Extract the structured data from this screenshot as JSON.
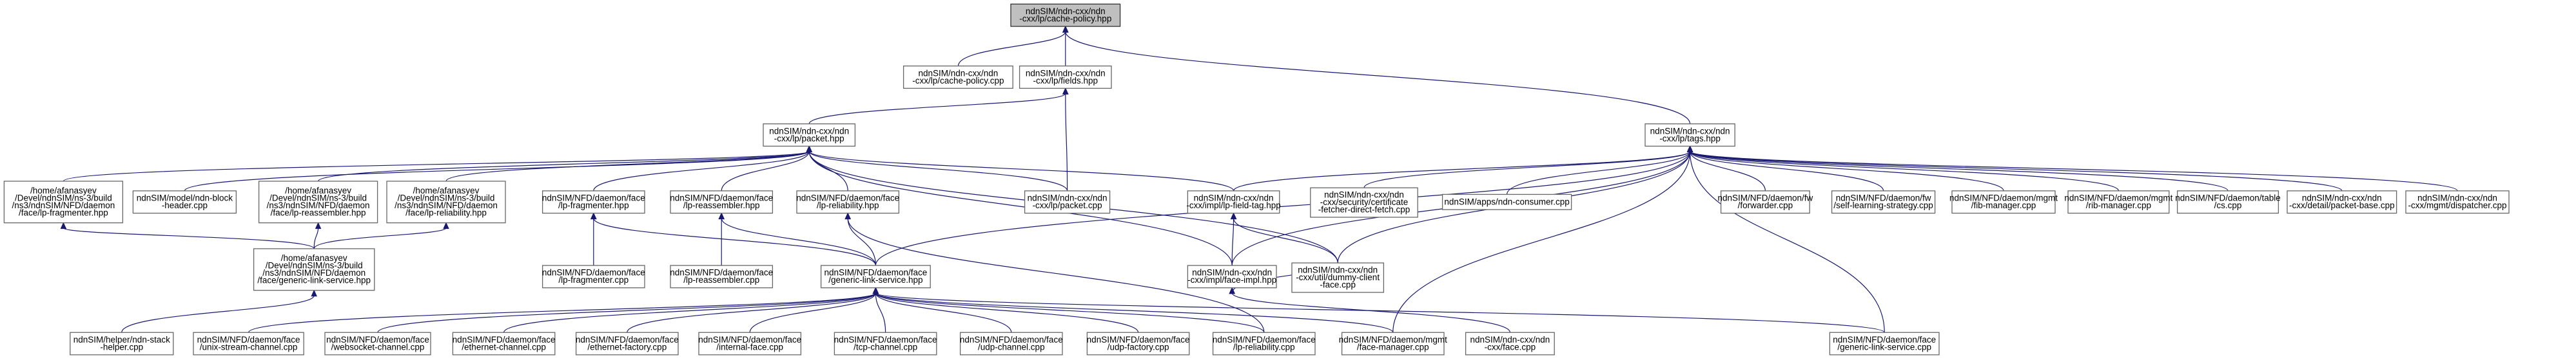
{
  "graph": {
    "nodes": [
      {
        "id": "root",
        "lines": [
          "ndnSIM/ndn-cxx/ndn",
          "-cxx/lp/cache-policy.hpp"
        ],
        "root": true
      },
      {
        "id": "cache_policy_cpp",
        "lines": [
          "ndnSIM/ndn-cxx/ndn",
          "-cxx/lp/cache-policy.cpp"
        ]
      },
      {
        "id": "fields_hpp",
        "lines": [
          "ndnSIM/ndn-cxx/ndn",
          "-cxx/lp/fields.hpp"
        ]
      },
      {
        "id": "tags_hpp",
        "lines": [
          "ndnSIM/ndn-cxx/ndn",
          "-cxx/lp/tags.hpp"
        ]
      },
      {
        "id": "packet_hpp",
        "lines": [
          "ndnSIM/ndn-cxx/ndn",
          "-cxx/lp/packet.hpp"
        ]
      },
      {
        "id": "home_lp_fragmenter",
        "lines": [
          "/home/afanasyev",
          "/Devel/ndnSIM/ns-3/build",
          "/ns3/ndnSIM/NFD/daemon",
          "/face/lp-fragmenter.hpp"
        ]
      },
      {
        "id": "model_header",
        "lines": [
          "ndnSIM/model/ndn-block",
          "-header.cpp"
        ]
      },
      {
        "id": "home_lp_reassembler",
        "lines": [
          "/home/afanasyev",
          "/Devel/ndnSIM/ns-3/build",
          "/ns3/ndnSIM/NFD/daemon",
          "/face/lp-reassembler.hpp"
        ]
      },
      {
        "id": "home_lp_reliability",
        "lines": [
          "/home/afanasyev",
          "/Devel/ndnSIM/ns-3/build",
          "/ns3/ndnSIM/NFD/daemon",
          "/face/lp-reliability.hpp"
        ]
      },
      {
        "id": "nfd_lp_fragmenter_hpp",
        "lines": [
          "ndnSIM/NFD/daemon/face",
          "/lp-fragmenter.hpp"
        ]
      },
      {
        "id": "nfd_lp_reassembler_hpp",
        "lines": [
          "ndnSIM/NFD/daemon/face",
          "/lp-reassembler.hpp"
        ]
      },
      {
        "id": "nfd_lp_reliability_hpp",
        "lines": [
          "ndnSIM/NFD/daemon/face",
          "/lp-reliability.hpp"
        ]
      },
      {
        "id": "lp_packet_cpp",
        "lines": [
          "ndnSIM/ndn-cxx/ndn",
          "-cxx/lp/packet.cpp"
        ]
      },
      {
        "id": "field_tag_hpp",
        "lines": [
          "ndnSIM/ndn-cxx/ndn",
          "-cxx/impl/lp-field-tag.hpp"
        ]
      },
      {
        "id": "cert_fetcher",
        "lines": [
          "ndnSIM/ndn-cxx/ndn",
          "-cxx/security/certificate",
          "-fetcher-direct-fetch.cpp"
        ]
      },
      {
        "id": "consumer_cpp",
        "lines": [
          "ndnSIM/apps/ndn-consumer.cpp"
        ]
      },
      {
        "id": "forwarder_cpp",
        "lines": [
          "ndnSIM/NFD/daemon/fw",
          "/forwarder.cpp"
        ]
      },
      {
        "id": "self_learning",
        "lines": [
          "ndnSIM/NFD/daemon/fw",
          "/self-learning-strategy.cpp"
        ]
      },
      {
        "id": "fib_manager",
        "lines": [
          "ndnSIM/NFD/daemon/mgmt",
          "/fib-manager.cpp"
        ]
      },
      {
        "id": "rib_manager",
        "lines": [
          "ndnSIM/NFD/daemon/mgmt",
          "/rib-manager.cpp"
        ]
      },
      {
        "id": "cs_cpp",
        "lines": [
          "ndnSIM/NFD/daemon/table",
          "/cs.cpp"
        ]
      },
      {
        "id": "packet_base",
        "lines": [
          "ndnSIM/ndn-cxx/ndn",
          "-cxx/detail/packet-base.cpp"
        ]
      },
      {
        "id": "dispatcher",
        "lines": [
          "ndnSIM/ndn-cxx/ndn",
          "-cxx/mgmt/dispatcher.cpp"
        ]
      },
      {
        "id": "home_gls",
        "lines": [
          "/home/afanasyev",
          "/Devel/ndnSIM/ns-3/build",
          "/ns3/ndnSIM/NFD/daemon",
          "/face/generic-link-service.hpp"
        ]
      },
      {
        "id": "nfd_lp_fragmenter_cpp",
        "lines": [
          "ndnSIM/NFD/daemon/face",
          "/lp-fragmenter.cpp"
        ]
      },
      {
        "id": "nfd_lp_reassembler_cpp",
        "lines": [
          "ndnSIM/NFD/daemon/face",
          "/lp-reassembler.cpp"
        ]
      },
      {
        "id": "nfd_gls_hpp",
        "lines": [
          "ndnSIM/NFD/daemon/face",
          "/generic-link-service.hpp"
        ]
      },
      {
        "id": "face_impl_hpp",
        "lines": [
          "ndnSIM/ndn-cxx/ndn",
          "-cxx/impl/face-impl.hpp"
        ]
      },
      {
        "id": "dummy_client",
        "lines": [
          "ndnSIM/ndn-cxx/ndn",
          "-cxx/util/dummy-client",
          "-face.cpp"
        ]
      },
      {
        "id": "stack_helper",
        "lines": [
          "ndnSIM/helper/ndn-stack",
          "-helper.cpp"
        ]
      },
      {
        "id": "unix_stream",
        "lines": [
          "ndnSIM/NFD/daemon/face",
          "/unix-stream-channel.cpp"
        ]
      },
      {
        "id": "websocket",
        "lines": [
          "ndnSIM/NFD/daemon/face",
          "/websocket-channel.cpp"
        ]
      },
      {
        "id": "ethernet_channel",
        "lines": [
          "ndnSIM/NFD/daemon/face",
          "/ethernet-channel.cpp"
        ]
      },
      {
        "id": "ethernet_factory",
        "lines": [
          "ndnSIM/NFD/daemon/face",
          "/ethernet-factory.cpp"
        ]
      },
      {
        "id": "internal_face",
        "lines": [
          "ndnSIM/NFD/daemon/face",
          "/internal-face.cpp"
        ]
      },
      {
        "id": "tcp_channel",
        "lines": [
          "ndnSIM/NFD/daemon/face",
          "/tcp-channel.cpp"
        ]
      },
      {
        "id": "udp_channel",
        "lines": [
          "ndnSIM/NFD/daemon/face",
          "/udp-channel.cpp"
        ]
      },
      {
        "id": "udp_factory",
        "lines": [
          "ndnSIM/NFD/daemon/face",
          "/udp-factory.cpp"
        ]
      },
      {
        "id": "nfd_lp_reliability_cpp",
        "lines": [
          "ndnSIM/NFD/daemon/face",
          "/lp-reliability.cpp"
        ]
      },
      {
        "id": "face_manager",
        "lines": [
          "ndnSIM/NFD/daemon/mgmt",
          "/face-manager.cpp"
        ]
      },
      {
        "id": "face_cpp",
        "lines": [
          "ndnSIM/ndn-cxx/ndn",
          "-cxx/face.cpp"
        ]
      },
      {
        "id": "nfd_gls_cpp",
        "lines": [
          "ndnSIM/NFD/daemon/face",
          "/generic-link-service.cpp"
        ]
      }
    ],
    "edges": [
      [
        "cache_policy_cpp",
        "root"
      ],
      [
        "fields_hpp",
        "root"
      ],
      [
        "tags_hpp",
        "root"
      ],
      [
        "packet_hpp",
        "fields_hpp"
      ],
      [
        "lp_packet_cpp",
        "fields_hpp"
      ],
      [
        "home_lp_fragmenter",
        "packet_hpp"
      ],
      [
        "model_header",
        "packet_hpp"
      ],
      [
        "home_lp_reassembler",
        "packet_hpp"
      ],
      [
        "home_lp_reliability",
        "packet_hpp"
      ],
      [
        "nfd_lp_fragmenter_hpp",
        "packet_hpp"
      ],
      [
        "nfd_lp_reassembler_hpp",
        "packet_hpp"
      ],
      [
        "nfd_lp_reliability_hpp",
        "packet_hpp"
      ],
      [
        "lp_packet_cpp",
        "packet_hpp"
      ],
      [
        "field_tag_hpp",
        "packet_hpp"
      ],
      [
        "face_impl_hpp",
        "packet_hpp"
      ],
      [
        "dummy_client",
        "packet_hpp"
      ],
      [
        "field_tag_hpp",
        "tags_hpp"
      ],
      [
        "cert_fetcher",
        "tags_hpp"
      ],
      [
        "consumer_cpp",
        "tags_hpp"
      ],
      [
        "forwarder_cpp",
        "tags_hpp"
      ],
      [
        "self_learning",
        "tags_hpp"
      ],
      [
        "fib_manager",
        "tags_hpp"
      ],
      [
        "rib_manager",
        "tags_hpp"
      ],
      [
        "cs_cpp",
        "tags_hpp"
      ],
      [
        "packet_base",
        "tags_hpp"
      ],
      [
        "dispatcher",
        "tags_hpp"
      ],
      [
        "nfd_gls_hpp",
        "tags_hpp"
      ],
      [
        "face_impl_hpp",
        "tags_hpp"
      ],
      [
        "dummy_client",
        "tags_hpp"
      ],
      [
        "face_manager",
        "tags_hpp"
      ],
      [
        "nfd_gls_cpp",
        "tags_hpp"
      ],
      [
        "home_gls",
        "home_lp_fragmenter"
      ],
      [
        "home_gls",
        "home_lp_reassembler"
      ],
      [
        "home_gls",
        "home_lp_reliability"
      ],
      [
        "nfd_lp_fragmenter_cpp",
        "nfd_lp_fragmenter_hpp"
      ],
      [
        "nfd_gls_hpp",
        "nfd_lp_fragmenter_hpp"
      ],
      [
        "nfd_lp_reassembler_cpp",
        "nfd_lp_reassembler_hpp"
      ],
      [
        "nfd_gls_hpp",
        "nfd_lp_reassembler_hpp"
      ],
      [
        "nfd_gls_hpp",
        "nfd_lp_reliability_hpp"
      ],
      [
        "nfd_lp_reliability_cpp",
        "nfd_lp_reliability_hpp"
      ],
      [
        "face_impl_hpp",
        "field_tag_hpp"
      ],
      [
        "dummy_client",
        "field_tag_hpp"
      ],
      [
        "stack_helper",
        "home_gls"
      ],
      [
        "unix_stream",
        "nfd_gls_hpp"
      ],
      [
        "websocket",
        "nfd_gls_hpp"
      ],
      [
        "ethernet_channel",
        "nfd_gls_hpp"
      ],
      [
        "ethernet_factory",
        "nfd_gls_hpp"
      ],
      [
        "internal_face",
        "nfd_gls_hpp"
      ],
      [
        "tcp_channel",
        "nfd_gls_hpp"
      ],
      [
        "udp_channel",
        "nfd_gls_hpp"
      ],
      [
        "udp_factory",
        "nfd_gls_hpp"
      ],
      [
        "nfd_lp_reliability_cpp",
        "nfd_gls_hpp"
      ],
      [
        "face_manager",
        "nfd_gls_hpp"
      ],
      [
        "nfd_gls_cpp",
        "nfd_gls_hpp"
      ],
      [
        "face_cpp",
        "face_impl_hpp"
      ],
      [
        "dummy_client",
        "face_impl_hpp"
      ]
    ]
  }
}
